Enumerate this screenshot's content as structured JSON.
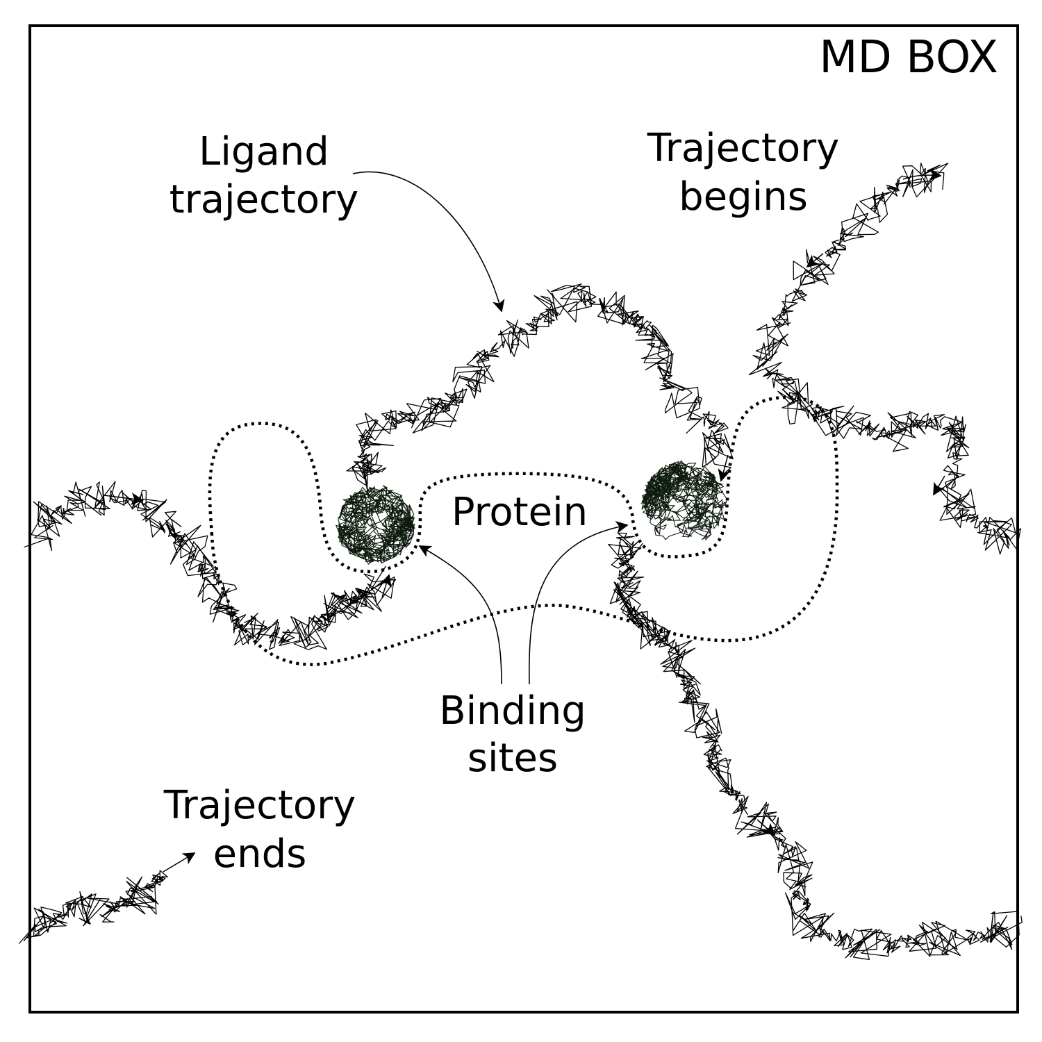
{
  "title": "MD BOX",
  "labels": {
    "ligand_trajectory": [
      "Ligand",
      "trajectory"
    ],
    "trajectory_begins": [
      "Trajectory",
      "begins"
    ],
    "protein": "Protein",
    "binding_sites": [
      "Binding",
      "sites"
    ],
    "trajectory_ends": [
      "Trajectory",
      "ends"
    ]
  },
  "colors": {
    "ink": "#000000",
    "cluster": "#0d1a0d",
    "background": "#ffffff"
  }
}
